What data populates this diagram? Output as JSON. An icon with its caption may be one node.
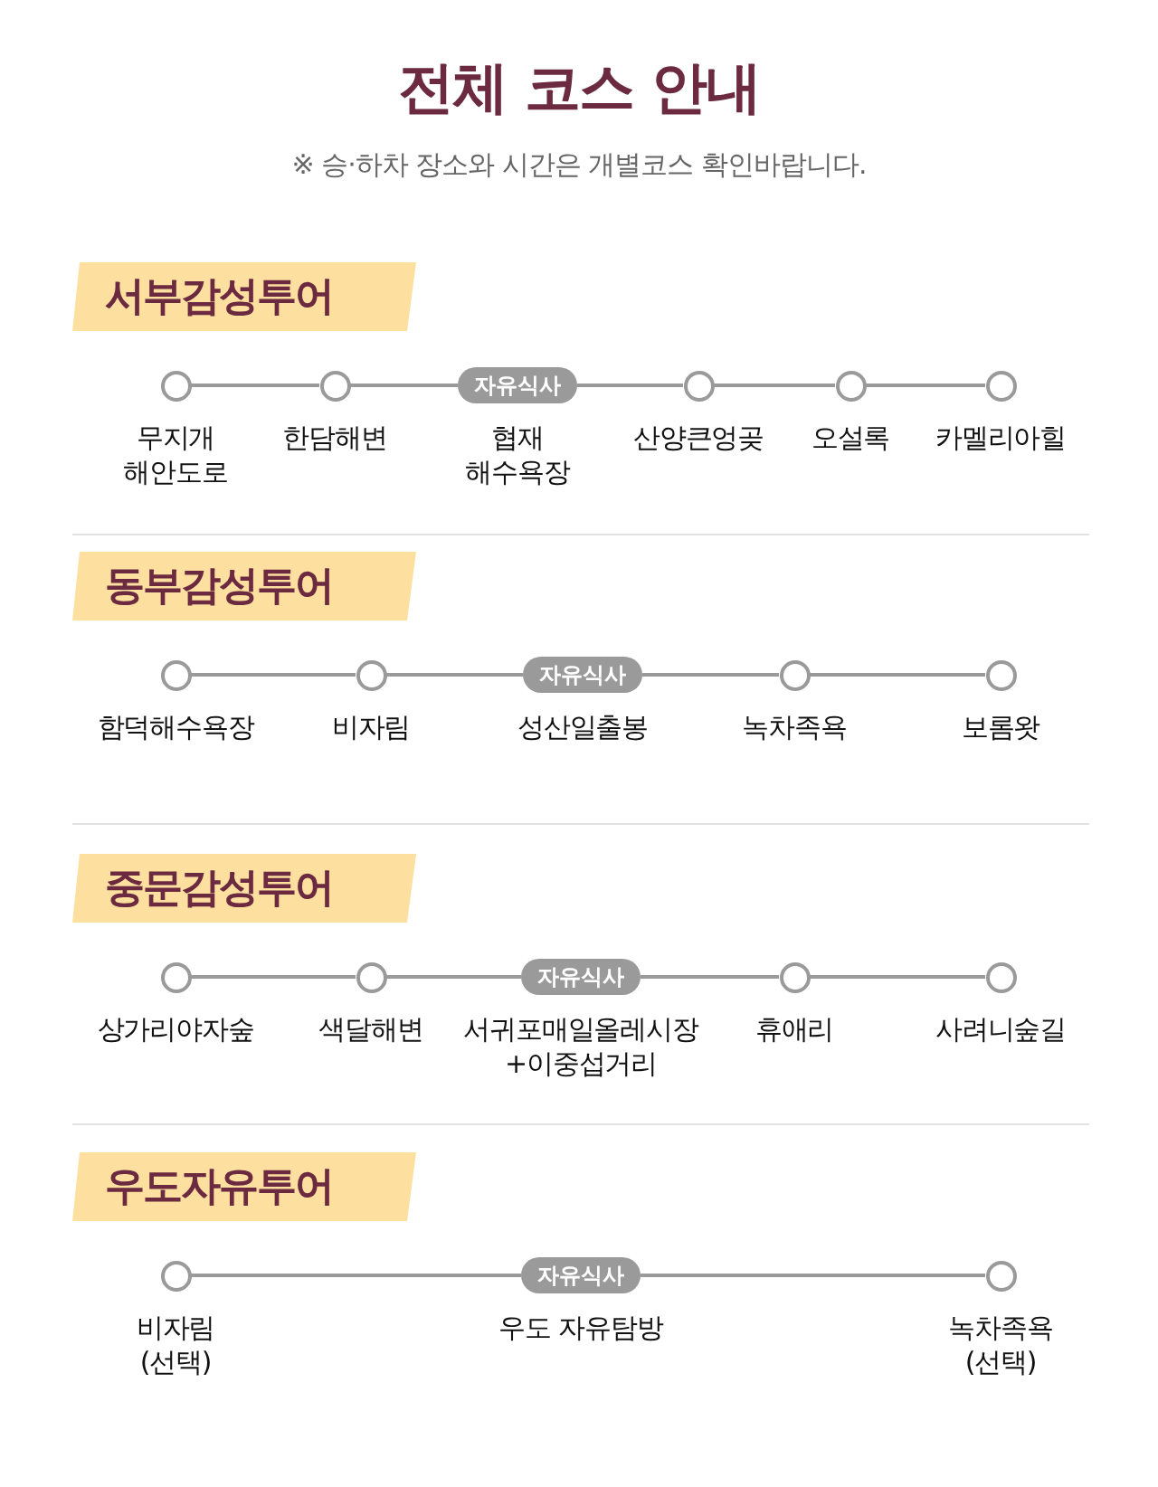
{
  "diagram": {
    "title": "전체 코스 안내",
    "nodes": [
      {
        "text": [
          "서부감성투어"
        ]
      },
      {
        "text": [],
        "shape": "circle",
        "beside": [
          "무지개 해안도로"
        ]
      },
      {
        "text": [],
        "shape": "circle",
        "beside": [
          "한담해변"
        ]
      },
      {
        "text": [
          "자유식사"
        ],
        "beside": [
          "협재 해수욕장"
        ]
      },
      {
        "text": [],
        "shape": "circle",
        "beside": [
          "산양큰엉곶"
        ]
      },
      {
        "text": [],
        "shape": "circle",
        "beside": [
          "오설록"
        ]
      },
      {
        "text": [],
        "shape": "circle",
        "beside": [
          "카멜리아힐"
        ]
      },
      {
        "text": [
          "동부감성투어"
        ]
      },
      {
        "text": [],
        "shape": "circle",
        "beside": [
          "함덕해수욕장"
        ]
      },
      {
        "text": [],
        "shape": "circle",
        "beside": [
          "비자림"
        ]
      },
      {
        "text": [
          "자유식사"
        ],
        "beside": [
          "성산일출봉"
        ]
      },
      {
        "text": [],
        "shape": "circle",
        "beside": [
          "녹차족욕"
        ]
      },
      {
        "text": [],
        "shape": "circle",
        "beside": [
          "보롬왓"
        ]
      },
      {
        "text": [
          "중문감성투어"
        ]
      },
      {
        "text": [],
        "shape": "circle",
        "beside": [
          "상가리야자숲"
        ]
      },
      {
        "text": [],
        "shape": "circle",
        "beside": [
          "색달해변"
        ]
      },
      {
        "text": [
          "자유식사"
        ],
        "beside": [
          "서귀포매일올레시장 +이중섭거리"
        ]
      },
      {
        "text": [],
        "shape": "circle",
        "beside": [
          "휴애리"
        ]
      },
      {
        "text": [],
        "shape": "circle",
        "beside": [
          "사려니숲길"
        ]
      },
      {
        "text": [
          "우도자유투어"
        ]
      },
      {
        "text": [],
        "shape": "circle",
        "beside": [
          "비자림 (선택)"
        ]
      },
      {
        "text": [
          "자유식사"
        ],
        "beside": [
          "우도 자유탐방"
        ]
      },
      {
        "text": [],
        "shape": "circle",
        "beside": [
          "녹차족욕 (선택)"
        ]
      }
    ],
    "edges": [
      {
        "from": 1,
        "to": 2,
        "arrow": "none"
      },
      {
        "from": 2,
        "to": 3,
        "arrow": "none"
      },
      {
        "from": 3,
        "to": 4,
        "arrow": "none"
      },
      {
        "from": 4,
        "to": 5,
        "arrow": "none"
      },
      {
        "from": 5,
        "to": 6,
        "arrow": "none"
      },
      {
        "from": 8,
        "to": 9,
        "arrow": "none"
      },
      {
        "from": 9,
        "to": 10,
        "arrow": "none"
      },
      {
        "from": 10,
        "to": 11,
        "arrow": "none"
      },
      {
        "from": 11,
        "to": 12,
        "arrow": "none"
      },
      {
        "from": 14,
        "to": 15,
        "arrow": "none"
      },
      {
        "from": 15,
        "to": 16,
        "arrow": "none"
      },
      {
        "from": 16,
        "to": 17,
        "arrow": "none"
      },
      {
        "from": 17,
        "to": 18,
        "arrow": "none"
      },
      {
        "from": 20,
        "to": 21,
        "arrow": "none"
      },
      {
        "from": 21,
        "to": 22,
        "arrow": "none"
      }
    ],
    "labels": [
      "※ 승·하차 장소와 시간은 개별코스 확인바랍니다."
    ]
  }
}
